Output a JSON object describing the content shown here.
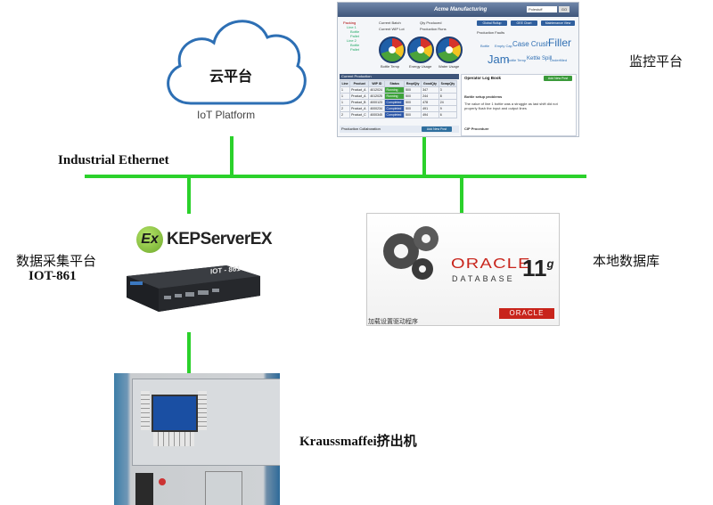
{
  "cloud": {
    "title": "云平台",
    "subtitle": "IoT Platform"
  },
  "network": {
    "label": "Industrial Ethernet"
  },
  "nodes": {
    "monitor": {
      "label": "监控平台"
    },
    "collector": {
      "label_cn": "数据采集平台",
      "label_model": "IOT-861"
    },
    "database": {
      "label": "本地数据库"
    },
    "extruder": {
      "label": "Kraussmaffei挤出机"
    }
  },
  "kepware": {
    "logo_mark": "Ex",
    "logo_text": "KEPServerEX"
  },
  "device": {
    "model": "IOT - 861"
  },
  "dashboard": {
    "title": "Acme Manufacturing",
    "header_select": "Polestuff",
    "header_btn": "GO",
    "buttons": [
      "Global Rollup",
      "OEE Chart",
      "Maintenance View"
    ],
    "tree_items": [
      "Packing",
      "Line 1",
      "Bottle",
      "Pallet",
      "Line 2",
      "Bottle",
      "Pallet"
    ],
    "info": [
      "Current Batch",
      "Current WIP Lot",
      "Qty Produced",
      "Production Runs"
    ],
    "gauges": [
      "Bottle Temp",
      "Energy Usage",
      "Water Usage"
    ],
    "production_faults": "Production Faults",
    "words": [
      "Bottle",
      "Empty Cap",
      "Case Crush",
      "Filler",
      "Jam",
      "Bottle Temp",
      "Kettle Spill",
      "Underfilled"
    ],
    "table_title": "Current Production",
    "table_headers": [
      "Line",
      "Product",
      "WIP ID",
      "Status",
      "ReqdQty",
      "GoodQty",
      "ScrapQty"
    ],
    "table_rows": [
      [
        "1",
        "Product_A",
        "4012024",
        "Running",
        "500",
        "347",
        "3"
      ],
      [
        "1",
        "Product_A",
        "4012025",
        "Running",
        "500",
        "244",
        "8"
      ],
      [
        "1",
        "Product_B",
        "4000123",
        "Completed",
        "500",
        "478",
        "24"
      ],
      [
        "2",
        "Product_A",
        "4000234",
        "Completed",
        "500",
        "491",
        "9"
      ],
      [
        "2",
        "Product_C",
        "4000345",
        "Completed",
        "500",
        "494",
        "6"
      ]
    ],
    "collab": "Production Collaboration",
    "add_post": "Add New Post",
    "log_title": "Operator Log Book",
    "log_entries": [
      "Bottle setup problems",
      "The value of line 1 bottle was a struggle as last shift did not properly flush the input and output lines",
      "CIP Procedure"
    ]
  },
  "oracle": {
    "brand": "ORACLE",
    "product": "DATABASE",
    "version": "11",
    "version_sup": "g",
    "footer_brand": "ORACLE",
    "status_text": "加载设置驱动程序"
  },
  "colors": {
    "bus": "#2bd12b",
    "oracle_red": "#c8241b",
    "kep_green": "#8cc63f"
  }
}
